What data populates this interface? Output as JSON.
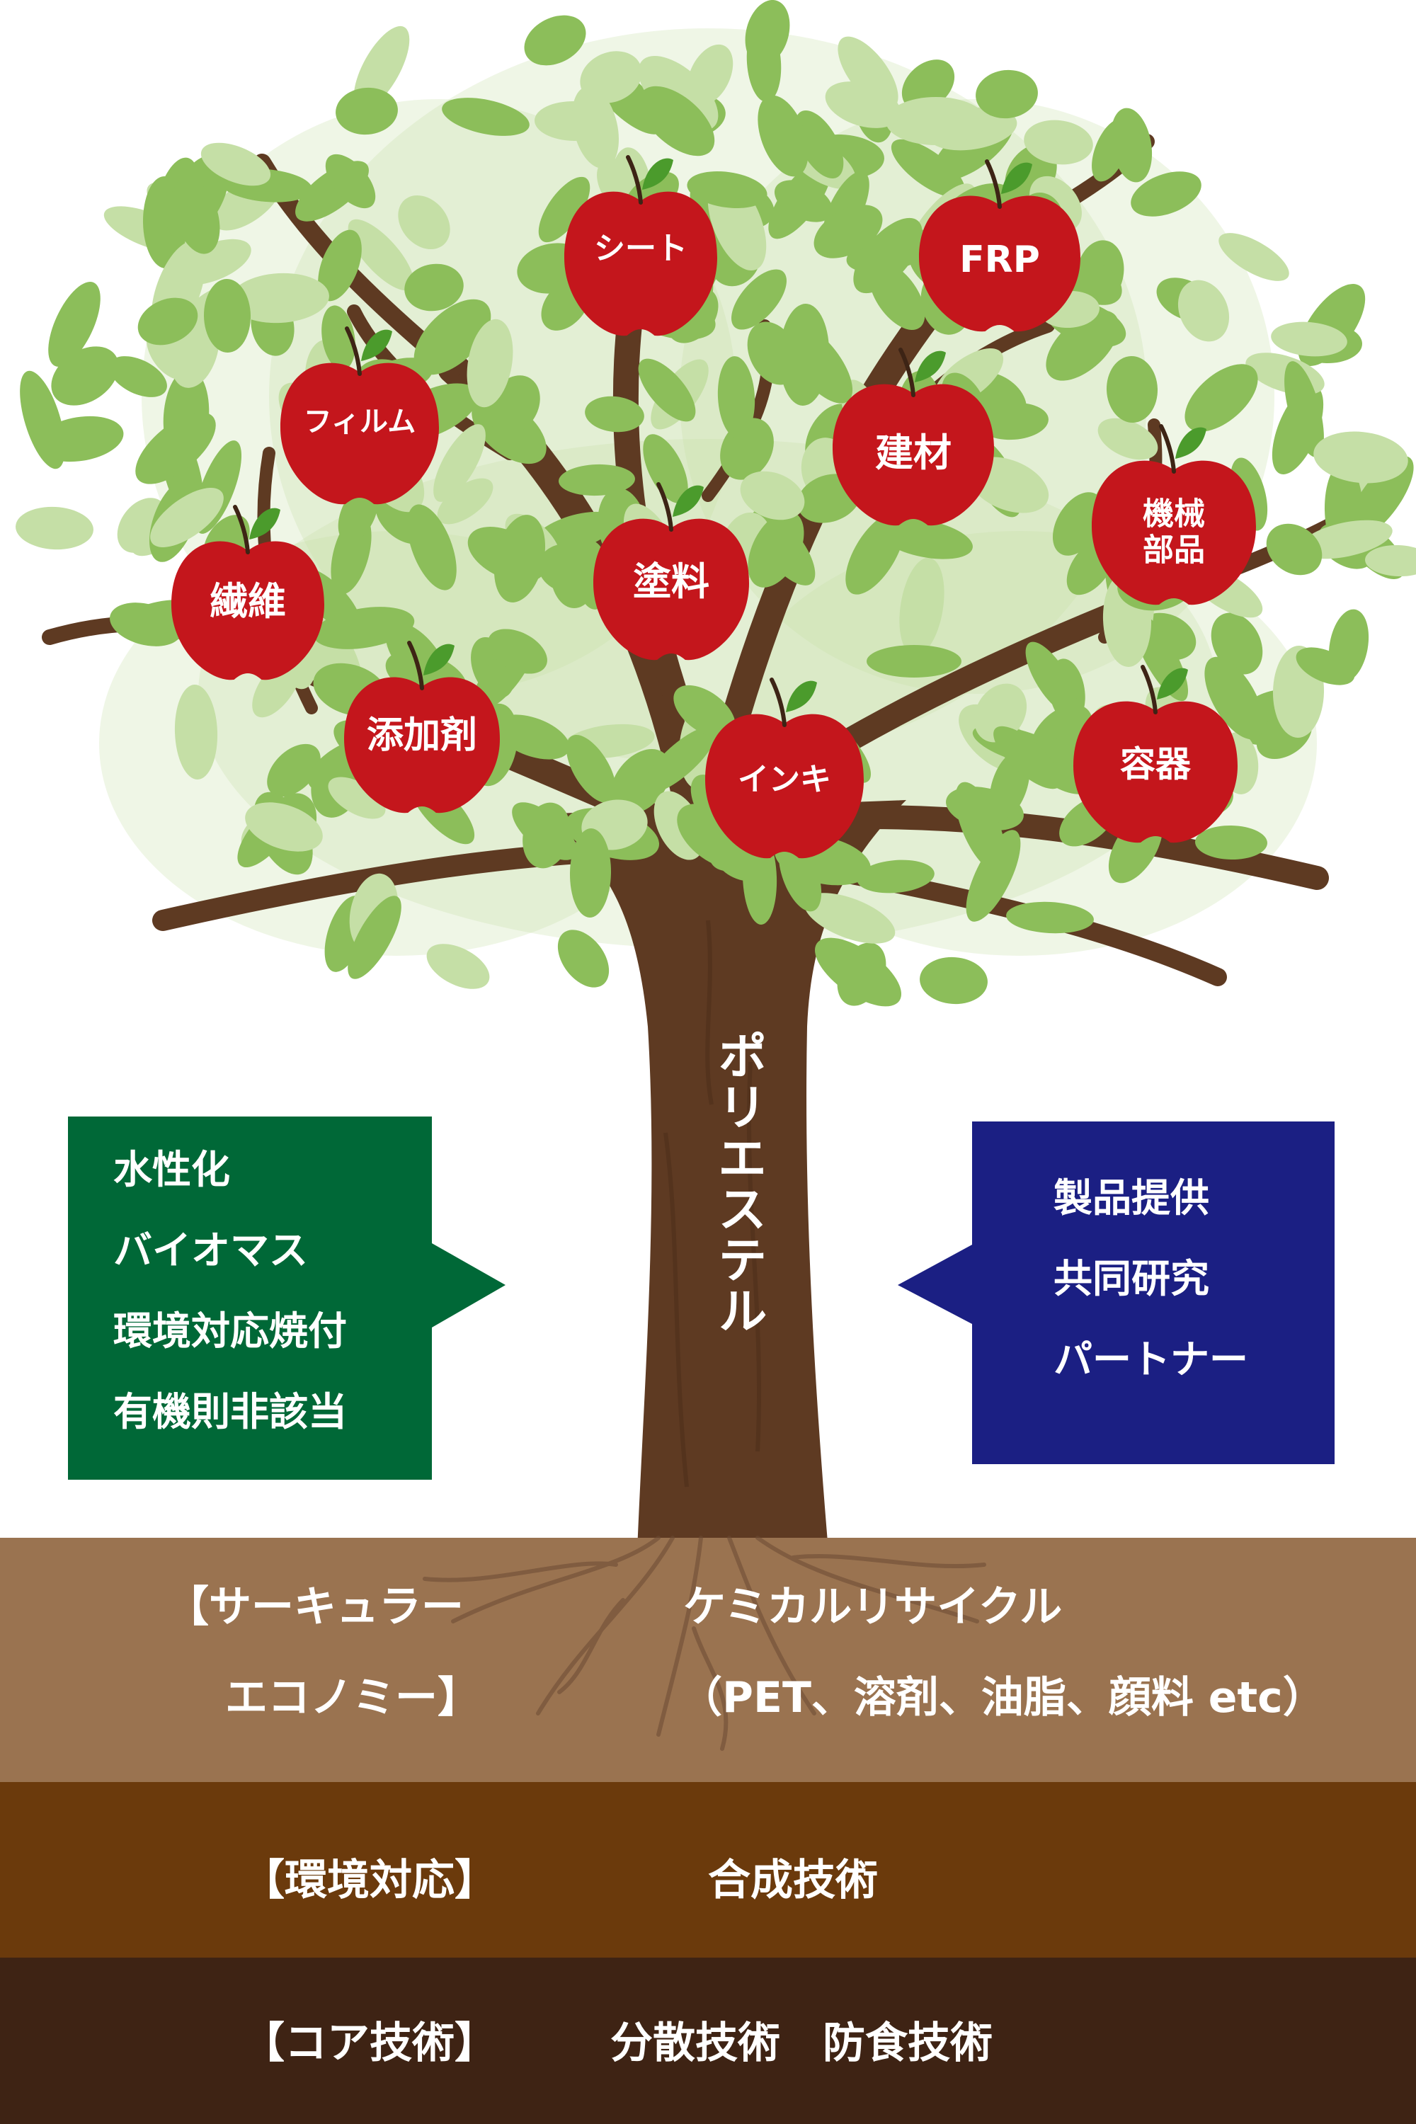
{
  "colors": {
    "leaf_dark": "#8cbe5a",
    "leaf_light": "#c5dfa6",
    "trunk": "#5e3a22",
    "apple": "#c4161c",
    "left_box": "#006837",
    "right_box": "#1b1f83"
  },
  "trunk_label": "ポリエステル",
  "fruits": [
    {
      "label": "シート"
    },
    {
      "label": "FRP"
    },
    {
      "label": "フィルム"
    },
    {
      "label": "建材"
    },
    {
      "label": "機械\n部品"
    },
    {
      "label": "塗料"
    },
    {
      "label": "繊維"
    },
    {
      "label": "添加剤"
    },
    {
      "label": "インキ"
    },
    {
      "label": "容器"
    }
  ],
  "left_box": {
    "lines": [
      "水性化",
      "バイオマス",
      "環境対応焼付",
      "有機則非該当"
    ]
  },
  "right_box": {
    "lines": [
      "製品提供",
      "共同研究",
      "パートナー"
    ]
  },
  "layers": {
    "circular": {
      "label_line1": "【サーキュラー",
      "label_line2": "エコノミー】",
      "content_line1": "ケミカルリサイクル",
      "content_line2": "（PET、溶剤、油脂、顔料 etc）"
    },
    "environment": {
      "label": "【環境対応】",
      "content": "合成技術"
    },
    "core": {
      "label": "【コア技術】",
      "content": "分散技術　防食技術"
    }
  }
}
